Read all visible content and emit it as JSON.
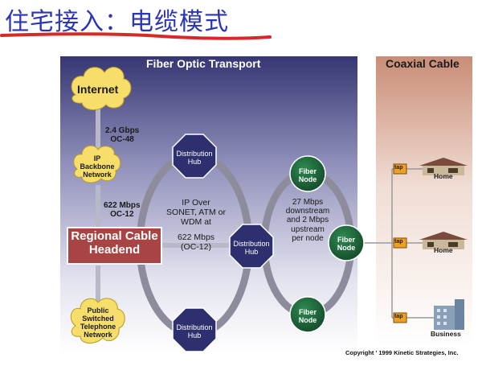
{
  "title": "住宅接入：电缆模式",
  "sections": {
    "fiber": "Fiber Optic Transport",
    "coax": "Coaxial Cable"
  },
  "clouds": {
    "internet": "Internet",
    "ip_backbone": [
      "IP",
      "Backbone",
      "Network"
    ],
    "pstn": [
      "Public",
      "Switched",
      "Telephone",
      "Network"
    ]
  },
  "links": {
    "internet_backbone": [
      "2.4 Gbps",
      "OC-48"
    ],
    "backbone_headend": [
      "622 Mbps",
      "OC-12"
    ]
  },
  "headend": [
    "Regional Cable",
    "Headend"
  ],
  "hubs": {
    "top": [
      "Distribution",
      "Hub"
    ],
    "mid": [
      "Distribution",
      "Hub"
    ],
    "bottom": [
      "Distribution",
      "Hub"
    ]
  },
  "ring_text": [
    "IP Over",
    "SONET, ATM or",
    "WDM at",
    "",
    "622 Mbps",
    "(OC-12)"
  ],
  "fiber_nodes": {
    "top": [
      "Fiber",
      "Node"
    ],
    "mid": [
      "Fiber",
      "Node"
    ],
    "bottom": [
      "Fiber",
      "Node"
    ]
  },
  "node_text": [
    "27 Mbps",
    "downstream",
    "and 2 Mbps",
    "upstream",
    "per node"
  ],
  "taps": [
    "tap",
    "tap",
    "tap"
  ],
  "buildings": [
    "Home",
    "Home",
    "Business"
  ],
  "copyright": "Copyright ' 1999 Kinetic Strategies, Inc.",
  "colors": {
    "title": "#2a35b8",
    "underline": "#d42a2a",
    "hub": "#2d2f6e",
    "node": "#1e6b3c",
    "headend": "#a84444",
    "cloud": "#f7dd6a",
    "coax_panel": "#cf9a85"
  }
}
